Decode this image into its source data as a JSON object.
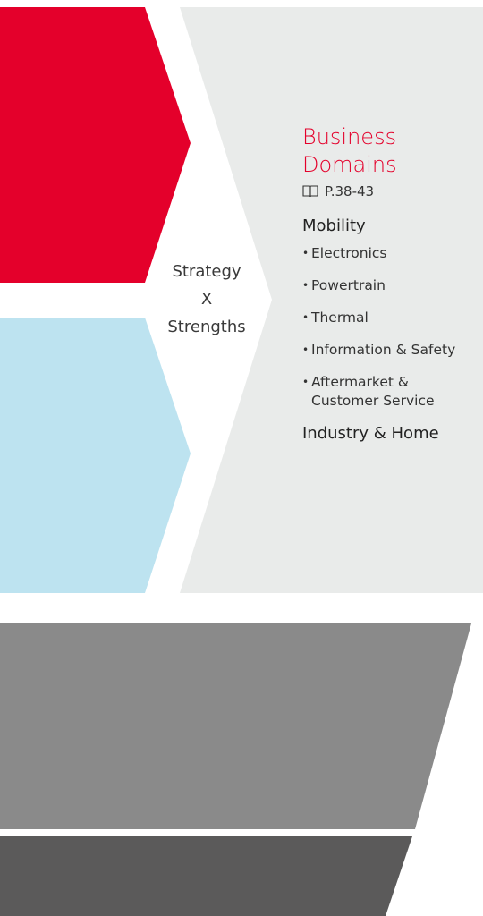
{
  "center": {
    "line1": "Strategy",
    "line2": "X",
    "line3": "Strengths"
  },
  "panel": {
    "title_line1": "Business",
    "title_line2": "Domains",
    "page_ref": "P.38-43",
    "section1": "Mobility",
    "items": [
      "Electronics",
      "Powertrain",
      "Thermal",
      "Information & Safety",
      "Aftermarket & Customer Service"
    ],
    "section2": "Industry & Home"
  },
  "colors": {
    "red": "#e4002b",
    "light_blue": "#bde3f0",
    "light_gray": "#e9ebea",
    "mid_gray": "#8a8a8a",
    "dark_gray": "#5b5a5a"
  }
}
